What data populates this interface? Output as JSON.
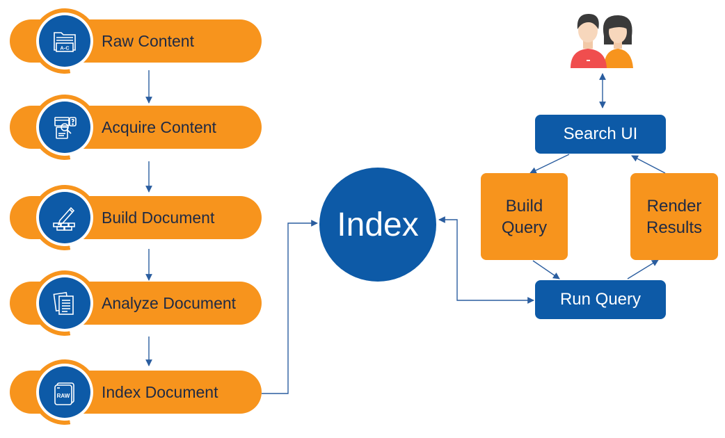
{
  "pipeline": {
    "stages": [
      {
        "label": "Raw Content",
        "icon": "folder-a-c-icon"
      },
      {
        "label": "Acquire Content",
        "icon": "search-document-icon"
      },
      {
        "label": "Build Document",
        "icon": "pencil-bricks-icon"
      },
      {
        "label": "Analyze Document",
        "icon": "document-stack-icon"
      },
      {
        "label": "Index Document",
        "icon": "raw-file-icon"
      }
    ],
    "icon_text": {
      "raw_content": "A-C",
      "index_document": "RAW"
    }
  },
  "index": {
    "label": "Index"
  },
  "search": {
    "users_icon": "users-icon",
    "search_ui": "Search UI",
    "build_query": "Build\nQuery",
    "render_results": "Render\nResults",
    "run_query": "Run Query"
  },
  "colors": {
    "orange": "#f7941d",
    "blue": "#0d5aa7",
    "text_dark": "#1f2a44",
    "arrow": "#2a5d9f"
  }
}
